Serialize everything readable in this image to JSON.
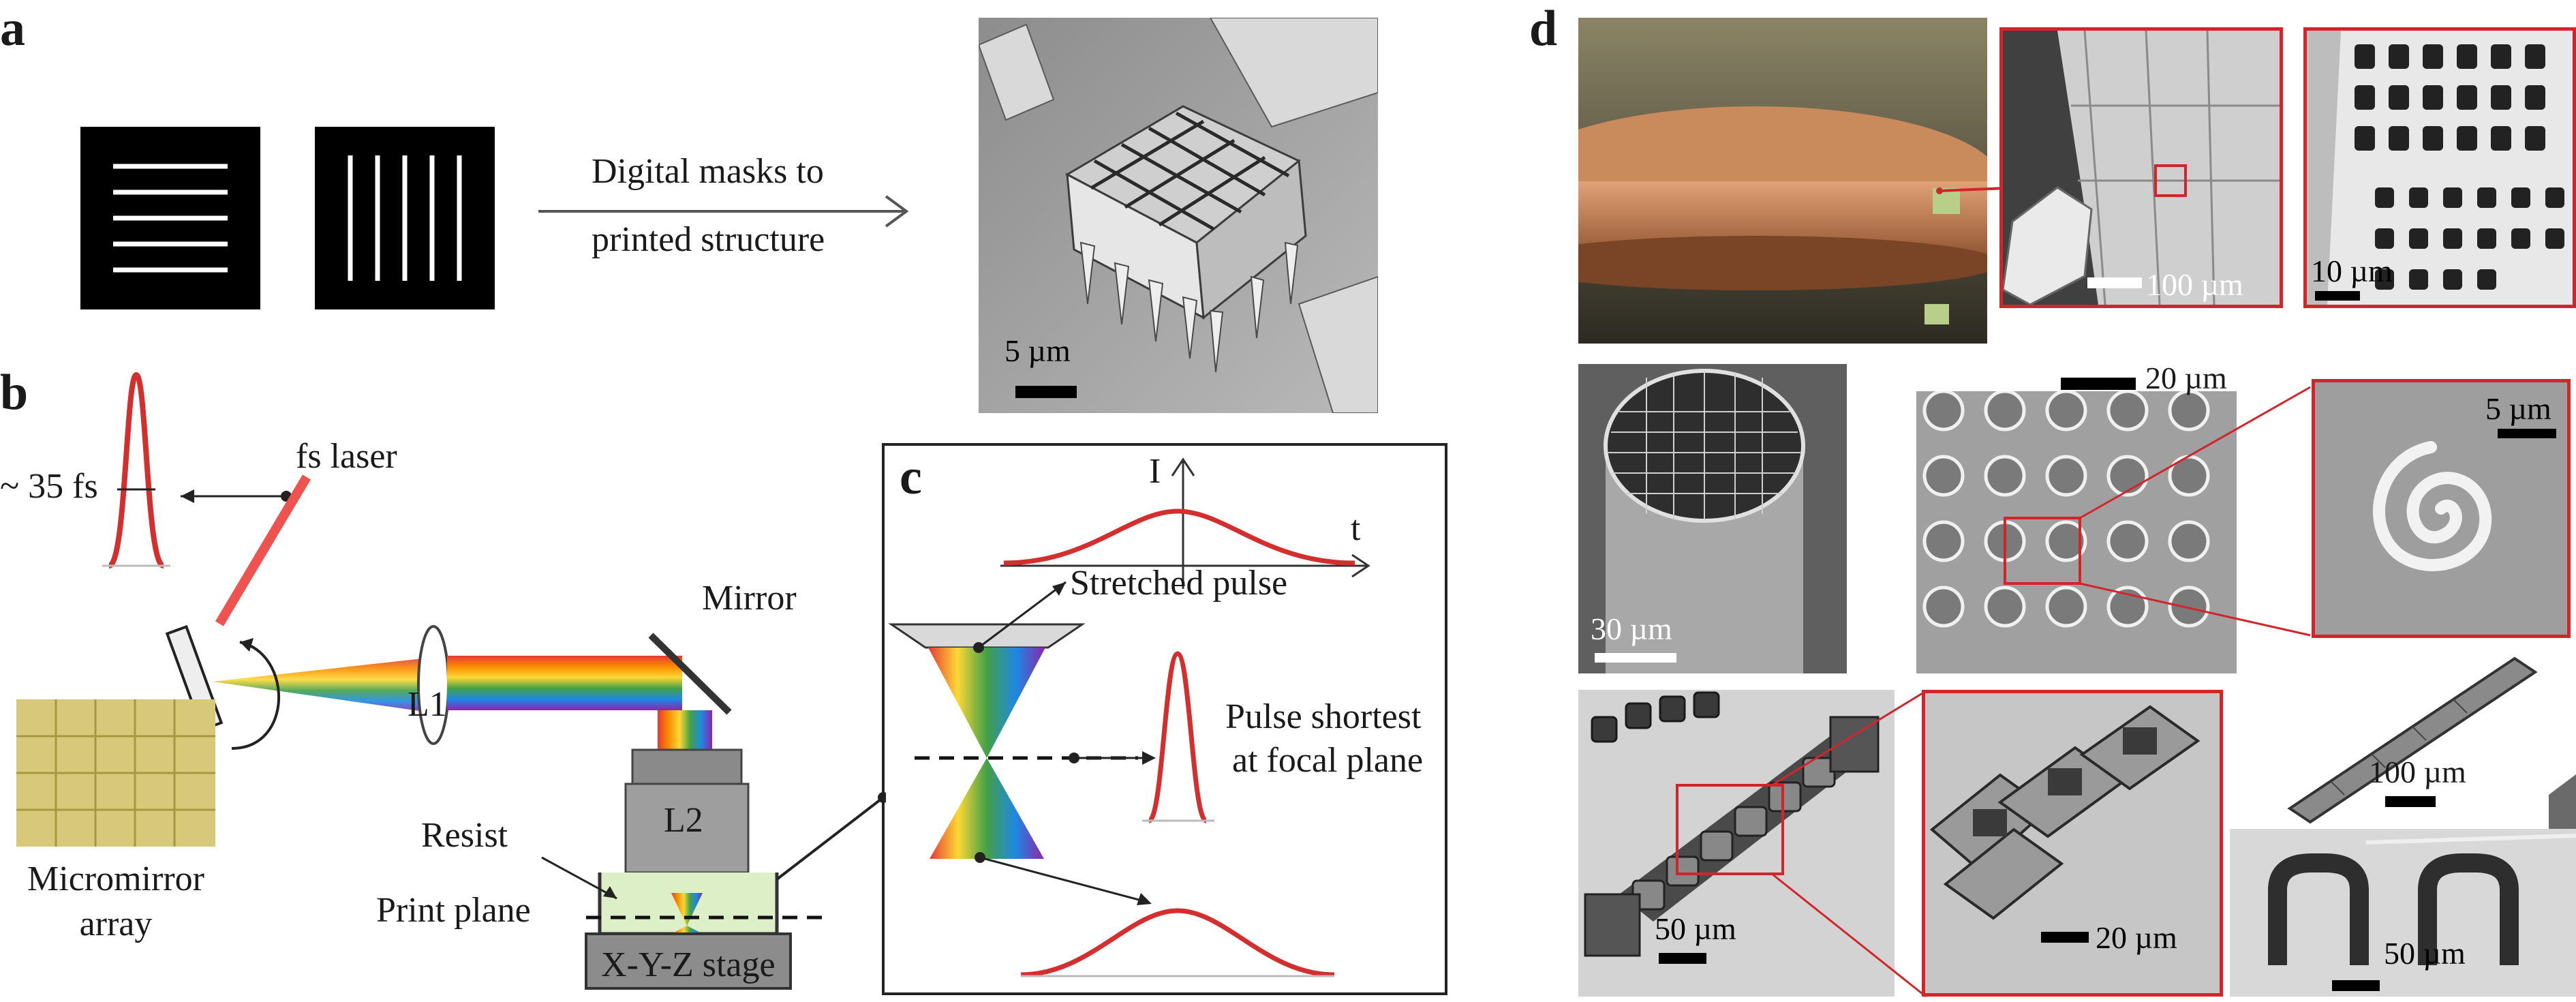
{
  "figure": {
    "panel_a": {
      "letter": "a",
      "arrow_text_line1": "Digital masks to",
      "arrow_text_line2": "printed structure",
      "sem_scale": "5 µm"
    },
    "panel_b": {
      "letter": "b",
      "pulse_width": "~ 35 fs",
      "laser": "fs laser",
      "mirror": "Mirror",
      "lens1": "L1",
      "lens2": "L2",
      "resist": "Resist",
      "print_plane": "Print plane",
      "stage": "X-Y-Z stage",
      "micromirror_line1": "Micromirror",
      "micromirror_line2": "array"
    },
    "panel_c": {
      "letter": "c",
      "axis_i": "I",
      "axis_t": "t",
      "stretched": "Stretched pulse",
      "shortest_line1": "Pulse shortest",
      "shortest_line2": "at focal plane"
    },
    "panel_d": {
      "letter": "d",
      "scale_100um": "100 µm",
      "scale_10um": "10 µm",
      "scale_30um": "30 µm",
      "scale_20um_a": "20 µm",
      "scale_5um": "5 µm",
      "scale_50um_a": "50 µm",
      "scale_20um_b": "20 µm",
      "scale_100um_b": "100 µm",
      "scale_50um_b": "50 µm"
    },
    "colors": {
      "red": "#d32f2f",
      "frame_red": "#d2252b",
      "sem_bg": "#9a9a9a",
      "copper": "#c07a4a"
    }
  }
}
